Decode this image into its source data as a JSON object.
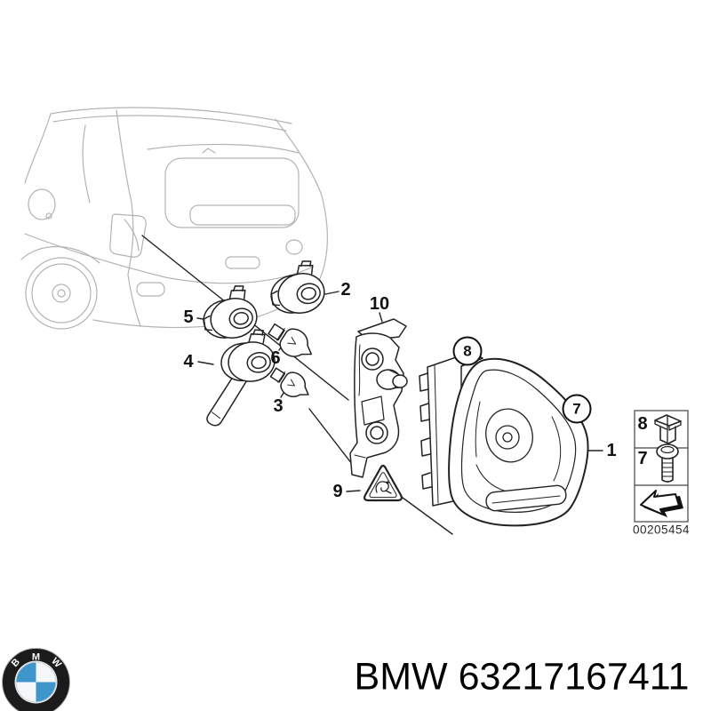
{
  "diagram": {
    "callouts": {
      "c1": "1",
      "c2": "2",
      "c3": "3",
      "c4": "4",
      "c5": "5",
      "c6": "6",
      "c7": "7",
      "c8": "8",
      "c9": "9",
      "c10": "10"
    },
    "legend": {
      "row_top_label": "8",
      "row_bottom_label": "7",
      "part_number": "00205454"
    },
    "icons": {
      "legend_top": "expanding-rivet-icon",
      "legend_bottom": "screw-icon",
      "legend_arrow": "direction-arrow-icon",
      "warning": "warning-triangle-icon",
      "brand": "bmw-roundel-icon"
    }
  },
  "footer": {
    "part_title": "BMW 63217167411",
    "logo_letter_b": "B",
    "logo_letter_m": "M",
    "logo_letter_w": "W"
  },
  "colors": {
    "ink": "#1a1a1a",
    "car_sketch": "#b3b3b3",
    "bmw_blue": "#3f96cb",
    "background": "#ffffff"
  }
}
